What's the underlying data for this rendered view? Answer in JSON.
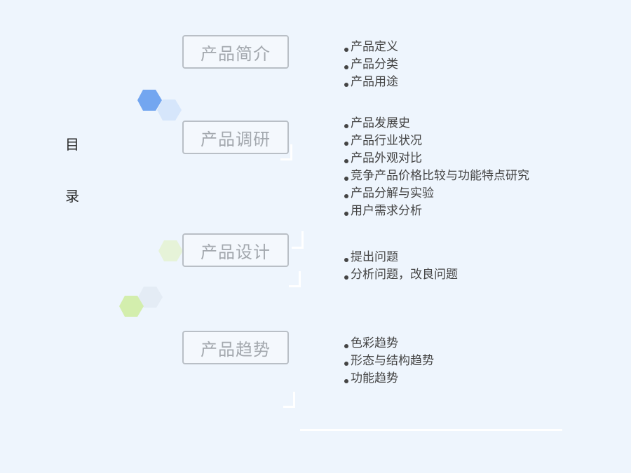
{
  "toc": {
    "char1": "目",
    "char2": "录"
  },
  "sections": [
    {
      "title": "产品简介",
      "items": [
        "产品定义",
        "产品分类",
        "产品用途"
      ]
    },
    {
      "title": "产品调研",
      "items": [
        "产品发展史",
        "产品行业状况",
        "产品外观对比",
        "竞争产品价格比较与功能特点研究",
        "产品分解与实验",
        "用户需求分析"
      ]
    },
    {
      "title": "产品设计",
      "items": [
        "提出问题",
        "分析问题，改良问题"
      ]
    },
    {
      "title": "产品趋势",
      "items": [
        "色彩趋势",
        "形态与结构趋势",
        "功能趋势"
      ]
    }
  ],
  "colors": {
    "background": "#eef5fd",
    "hex_blue": "#73a6f0",
    "hex_light_blue": "#d6e6fb",
    "hex_green": "#d3eead",
    "hex_pale_green": "#e6f3d8",
    "hex_gray": "#e4ecf5"
  }
}
